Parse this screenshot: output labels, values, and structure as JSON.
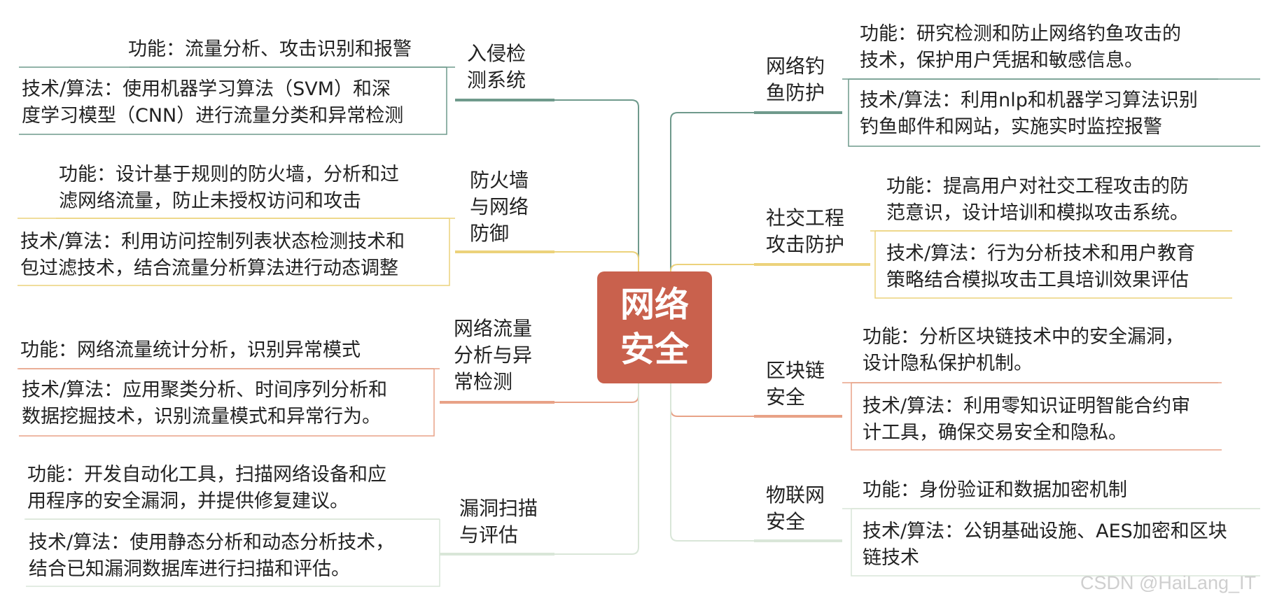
{
  "center": {
    "lines": [
      "网络",
      "安全"
    ],
    "color": "#c9614d"
  },
  "branches": [
    {
      "label_lines": [
        "入侵检",
        "测系统"
      ],
      "color": "#6f9a8c",
      "function_lines": [
        "功能：流量分析、攻击识别和报警"
      ],
      "tech_lines": [
        "技术/算法：使用机器学习算法（SVM）和深",
        "度学习模型（CNN）进行流量分类和异常检测"
      ]
    },
    {
      "label_lines": [
        "防火墙",
        "与网络",
        "防御"
      ],
      "color": "#ecd27b",
      "function_lines": [
        "功能：设计基于规则的防火墙，分析和过",
        "滤网络流量，防止未授权访问和攻击"
      ],
      "tech_lines": [
        "技术/算法：利用访问控制列表状态检测技术和",
        "包过滤技术，结合流量分析算法进行动态调整"
      ]
    },
    {
      "label_lines": [
        "网络流量",
        "分析与异",
        "常检测"
      ],
      "color": "#e8a287",
      "function_lines": [
        "功能：网络流量统计分析，识别异常模式"
      ],
      "tech_lines": [
        "技术/算法：应用聚类分析、时间序列分析和",
        "数据挖掘技术，识别流量模式和异常行为。"
      ]
    },
    {
      "label_lines": [
        "漏洞扫描",
        "与评估"
      ],
      "color": "#d9e6d8",
      "function_lines": [
        "功能：开发自动化工具，扫描网络设备和应",
        "用程序的安全漏洞，并提供修复建议。"
      ],
      "tech_lines": [
        "技术/算法：使用静态分析和动态分析技术，",
        "结合已知漏洞数据库进行扫描和评估。"
      ]
    },
    {
      "label_lines": [
        "网络钓",
        "鱼防护"
      ],
      "color": "#6f9a8c",
      "function_lines": [
        "功能：研究检测和防止网络钓鱼攻击的",
        "技术，保护用户凭据和敏感信息。"
      ],
      "tech_lines": [
        "技术/算法：利用nlp和机器学习算法识别",
        "钓鱼邮件和网站，实施实时监控报警"
      ]
    },
    {
      "label_lines": [
        "社交工程",
        "攻击防护"
      ],
      "color": "#ecd27b",
      "function_lines": [
        "功能：提高用户对社交工程攻击的防",
        "范意识，设计培训和模拟攻击系统。"
      ],
      "tech_lines": [
        "技术/算法：行为分析技术和用户教育",
        "策略结合模拟攻击工具培训效果评估"
      ]
    },
    {
      "label_lines": [
        "区块链",
        "安全"
      ],
      "color": "#e8a287",
      "function_lines": [
        "功能：分析区块链技术中的安全漏洞，",
        "设计隐私保护机制。"
      ],
      "tech_lines": [
        "技术/算法：利用零知识证明智能合约审",
        "计工具，确保交易安全和隐私。"
      ]
    },
    {
      "label_lines": [
        "物联网",
        "安全"
      ],
      "color": "#d9e6d8",
      "function_lines": [
        "功能：身份验证和数据加密机制"
      ],
      "tech_lines": [
        "技术/算法：公钥基础设施、AES加密和区块",
        "链技术"
      ]
    }
  ],
  "watermark": "CSDN @HaiLang_IT"
}
